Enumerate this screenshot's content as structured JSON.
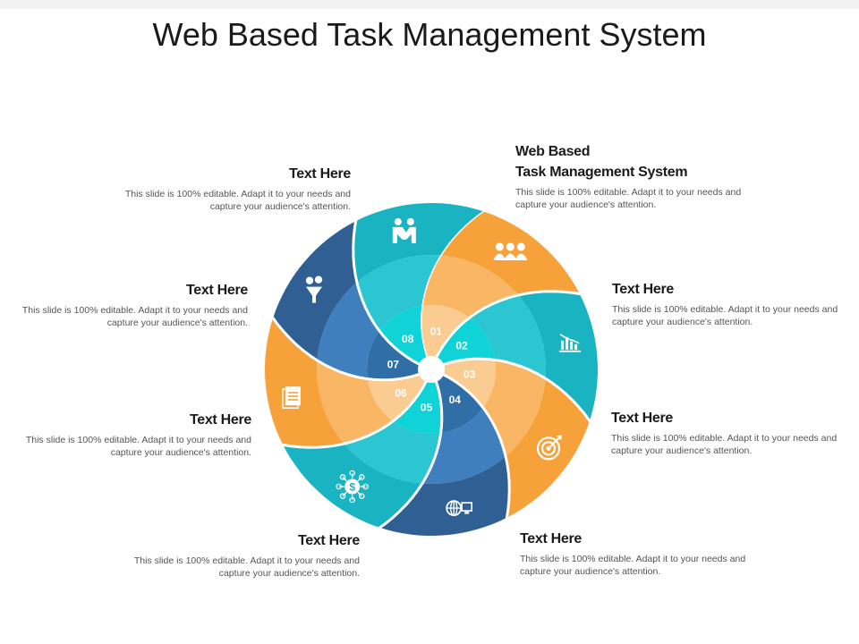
{
  "title": "Web Based Task Management System",
  "colors": {
    "orange": "#f7a13b",
    "orange_mid": "#f9b765",
    "orange_inner": "#fbcc91",
    "orange_core": "#f8b66b",
    "teal": "#1ab3c1",
    "teal_mid": "#2bc6d1",
    "teal_inner": "#0fd3d7",
    "teal_core": "#20c8d0",
    "navy": "#2f5f93",
    "navy_mid": "#3f7fbe",
    "navy_inner": "#2f6ea7",
    "navy_core": "#35679c"
  },
  "segments": [
    {
      "number": "01",
      "color": "orange",
      "icon": "team-icon"
    },
    {
      "number": "02",
      "color": "teal",
      "icon": "bar-chart-icon"
    },
    {
      "number": "03",
      "color": "orange",
      "icon": "target-icon"
    },
    {
      "number": "04",
      "color": "navy",
      "icon": "web-monitor-icon"
    },
    {
      "number": "05",
      "color": "teal",
      "icon": "dollar-network-icon"
    },
    {
      "number": "06",
      "color": "orange",
      "icon": "document-icon"
    },
    {
      "number": "07",
      "color": "navy",
      "icon": "funnel-dollar-icon"
    },
    {
      "number": "08",
      "color": "teal",
      "icon": "handshake-people-icon"
    }
  ],
  "labels": [
    {
      "heading": "Text Here",
      "desc": "This slide is 100% editable. Adapt it to your needs and capture your audience's attention."
    },
    {
      "heading": "Web Based\nTask Management System",
      "desc": "This slide is 100% editable. Adapt it to your needs and capture your audience's attention."
    },
    {
      "heading": "Text Here",
      "desc": "This slide is 100% editable. Adapt it to your needs and capture your audience's attention."
    },
    {
      "heading": "Text Here",
      "desc": "This slide is 100% editable. Adapt it to your needs and capture your audience's attention."
    },
    {
      "heading": "Text Here",
      "desc": "This slide is 100% editable. Adapt it to your needs and capture your audience's attention."
    },
    {
      "heading": "Text Here",
      "desc": "This slide is 100% editable. Adapt it to your needs and capture your audience's attention."
    },
    {
      "heading": "Text Here",
      "desc": "This slide is 100% editable. Adapt it to your needs and capture your audience's attention."
    },
    {
      "heading": "Text Here",
      "desc": "This slide is 100% editable. Adapt it to your needs and capture your audience's attention."
    }
  ]
}
